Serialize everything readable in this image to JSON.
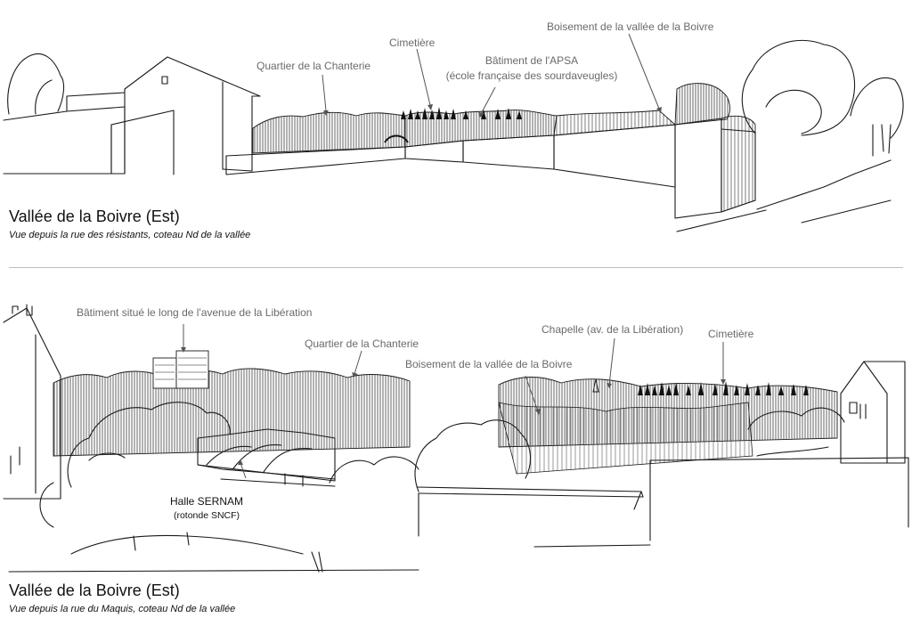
{
  "top_panel": {
    "title": "Vallée de la Boivre (Est)",
    "subtitle": "Vue depuis la rue des résistants, coteau Nd de la vallée",
    "annotations": [
      {
        "text": "Quartier de la Chanterie"
      },
      {
        "text": "Cimetière"
      },
      {
        "text": "Bâtiment de l'APSA"
      },
      {
        "text": "(école française des sourdaveugles)"
      },
      {
        "text": "Boisement de la vallée de la Boivre"
      }
    ]
  },
  "bottom_panel": {
    "title": "Vallée de la Boivre (Est)",
    "subtitle": "Vue depuis la rue du Maquis, coteau Nd de la vallée",
    "annotations": [
      {
        "text": "Bâtiment situé le long de l'avenue de la Libération"
      },
      {
        "text": "Quartier de la Chanterie"
      },
      {
        "text": "Boisement de la vallée de la Boivre"
      },
      {
        "text": "Chapelle (av. de la Libération)"
      },
      {
        "text": "Cimetière"
      },
      {
        "text": "Halle SERNAM"
      },
      {
        "text": "(rotonde SNCF)"
      }
    ]
  },
  "colors": {
    "annotation": "#6a6a6a",
    "ink": "#1a1a1a",
    "divider": "#bdbdbd"
  }
}
